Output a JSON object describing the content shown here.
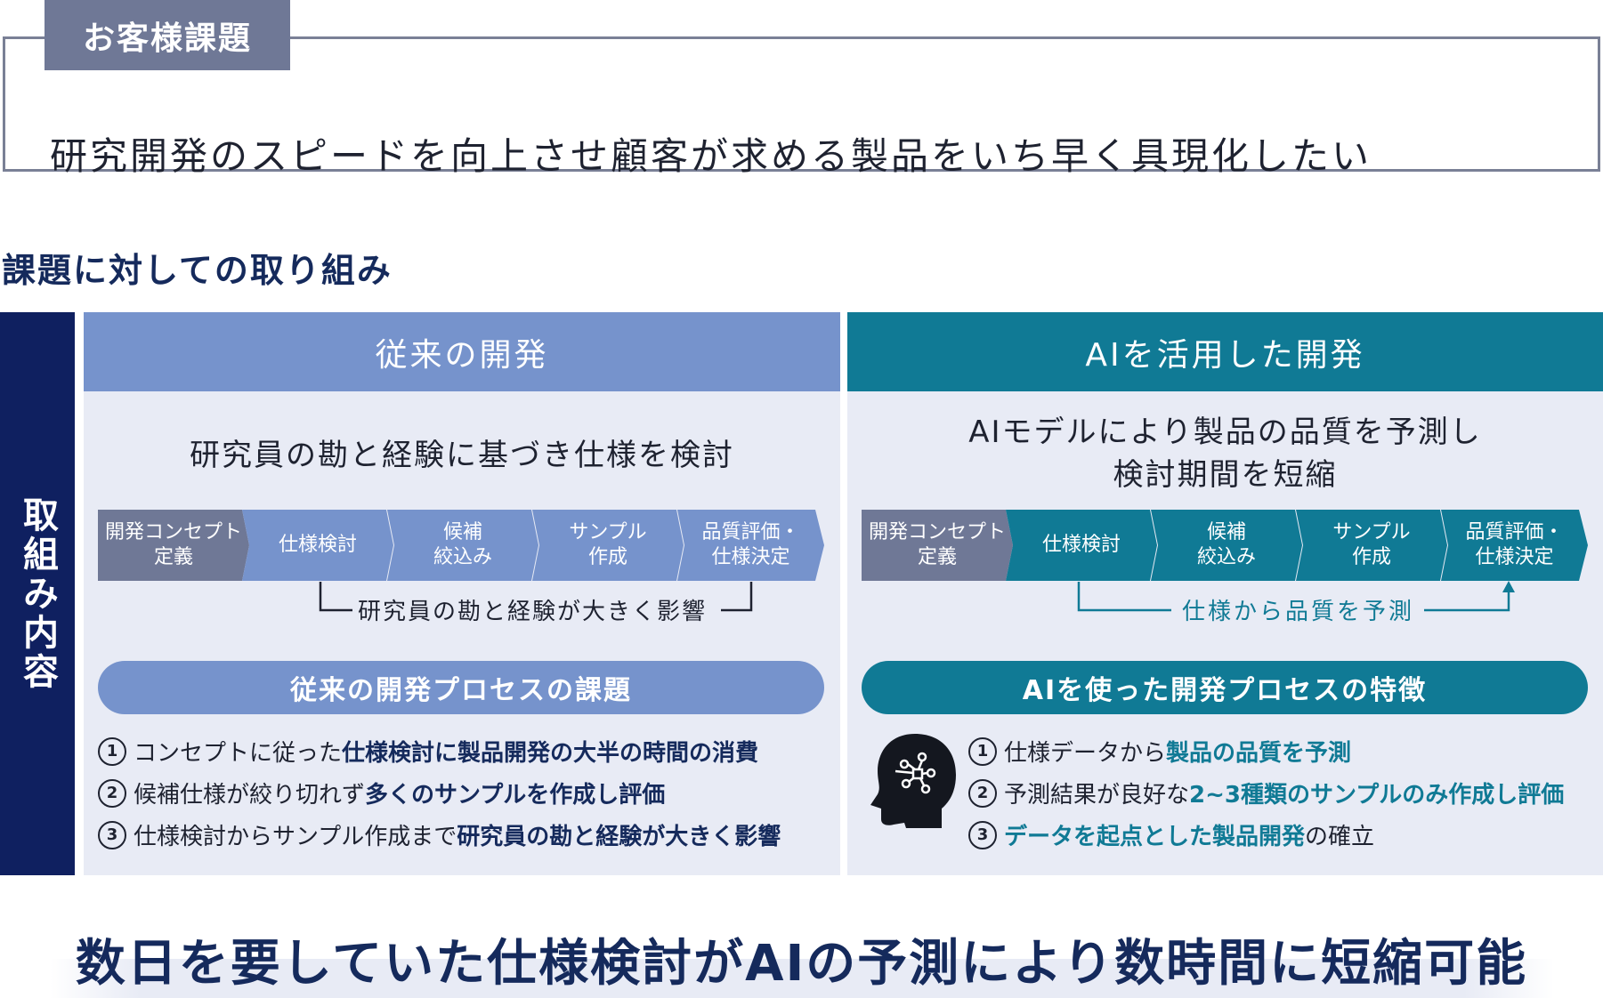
{
  "challenge": {
    "tab_label": "お客様課題",
    "text": "研究開発のスピードを向上させ顧客が求める製品をいち早く具現化したい"
  },
  "section_heading": "課題に対しての取り組み",
  "side_label": "取組み内容",
  "left": {
    "header": "従来の開発",
    "subtitle": "研究員の勘と経験に基づき仕様を検討",
    "steps": [
      "開発コンセプト\n定義",
      "仕様検討",
      "候補\n絞込み",
      "サンプル\n作成",
      "品質評価・\n仕様決定"
    ],
    "flow_note": "研究員の勘と経験が大きく影響",
    "pill": "従来の開発プロセスの課題",
    "items": [
      {
        "num": "1",
        "plain": "コンセプトに従った",
        "bold": "仕様検討に製品開発の大半の時間の消費",
        "tail": ""
      },
      {
        "num": "2",
        "plain": "候補仕様が絞り切れず",
        "bold": "多くのサンプルを作成し評価",
        "tail": ""
      },
      {
        "num": "3",
        "plain": "仕様検討からサンプル作成まで",
        "bold": "研究員の勘と経験が大きく影響",
        "tail": ""
      }
    ]
  },
  "right": {
    "header": "AIを活用した開発",
    "subtitle_line1": "AIモデルにより製品の品質を予測し",
    "subtitle_line2": "検討期間を短縮",
    "steps": [
      "開発コンセプト\n定義",
      "仕様検討",
      "候補\n絞込み",
      "サンプル\n作成",
      "品質評価・\n仕様決定"
    ],
    "flow_note": "仕様から品質を予測",
    "pill": "AIを使った開発プロセスの特徴",
    "items": [
      {
        "num": "1",
        "plain": "仕様データから",
        "bold": "製品の品質を予測",
        "tail": ""
      },
      {
        "num": "2",
        "plain": "予測結果が良好な",
        "bold": "2~3種類のサンプルのみ作成し評価",
        "tail": ""
      },
      {
        "num": "3",
        "plain": "",
        "bold": "データを起点とした製品開発",
        "tail": "の確立"
      }
    ]
  },
  "conclusion": "数日を要していた仕様検討がAIの予測により数時間に短縮可能",
  "colors": {
    "navy": "#0f2060",
    "blue": "#7693cc",
    "teal": "#107a95",
    "gray": "#6f7896",
    "panel_bg": "#e8ebf5"
  }
}
